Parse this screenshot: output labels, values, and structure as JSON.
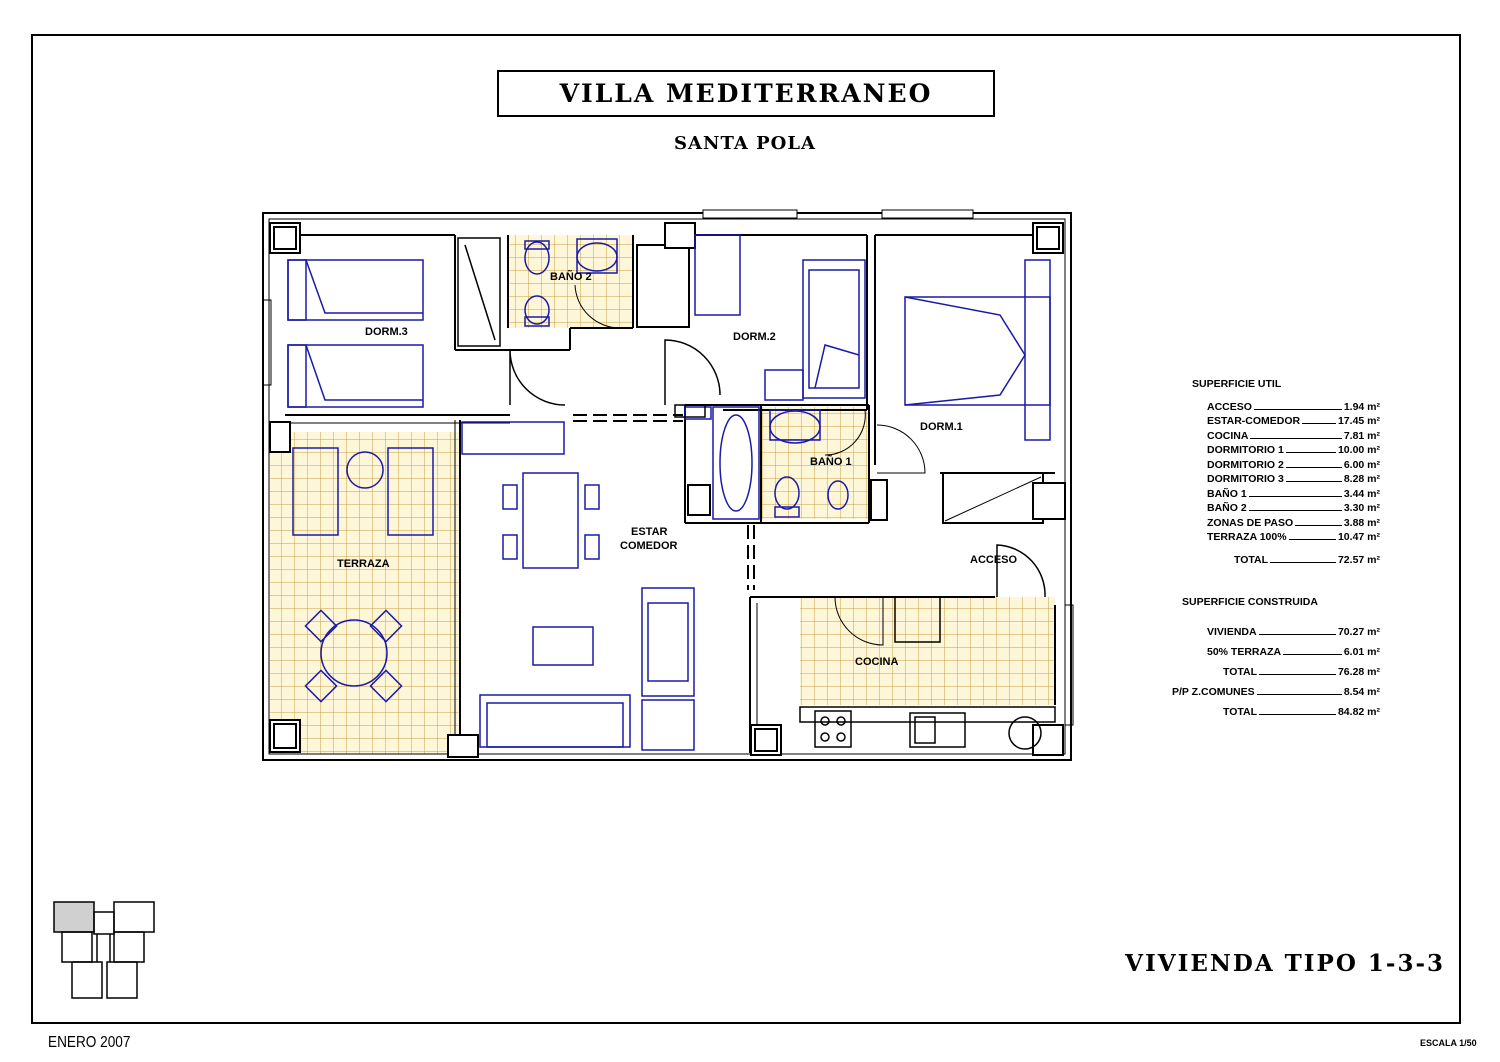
{
  "header": {
    "title": "VILLA  MEDITERRANEO",
    "subtitle": "SANTA  POLA"
  },
  "footer": {
    "type_label": "VIVIENDA  TIPO  1-3-3",
    "date": "ENERO 2007",
    "scale": "ESCALA 1/50"
  },
  "rooms": {
    "dorm3": "DORM.3",
    "bano2": "BAÑO 2",
    "dorm2": "DORM.2",
    "dorm1": "DORM.1",
    "bano1": "BAÑO 1",
    "terraza": "TERRAZA",
    "estar": "ESTAR",
    "comedor": "COMEDOR",
    "acceso": "ACCESO",
    "cocina": "COCINA"
  },
  "superficie_util": {
    "title": "SUPERFICIE  UTIL",
    "rows": [
      {
        "label": "ACCESO",
        "value": "1.94 m²"
      },
      {
        "label": "ESTAR-COMEDOR",
        "value": "17.45 m²"
      },
      {
        "label": "COCINA",
        "value": "7.81 m²"
      },
      {
        "label": "DORMITORIO  1",
        "value": "10.00 m²"
      },
      {
        "label": "DORMITORIO  2",
        "value": "6.00 m²"
      },
      {
        "label": "DORMITORIO  3",
        "value": "8.28 m²"
      },
      {
        "label": "BAÑO  1",
        "value": "3.44 m²"
      },
      {
        "label": "BAÑO  2",
        "value": "3.30 m²"
      },
      {
        "label": "ZONAS  DE  PASO",
        "value": "3.88 m²"
      },
      {
        "label": "TERRAZA  100%",
        "value": "10.47 m²"
      }
    ],
    "total_label": "TOTAL",
    "total_value": "72.57 m²"
  },
  "superficie_construida": {
    "title": "SUPERFICIE  CONSTRUIDA",
    "rows": [
      {
        "label": "VIVIENDA",
        "value": "70.27 m²"
      },
      {
        "label": "50%  TERRAZA",
        "value": "6.01 m²"
      },
      {
        "label": "TOTAL",
        "value": "76.28 m²"
      },
      {
        "label": "P/P  Z.COMUNES",
        "value": "8.54 m²"
      },
      {
        "label": "TOTAL",
        "value": "84.82 m²"
      }
    ]
  },
  "colors": {
    "wall": "#000000",
    "furniture": "#1a1aa8",
    "tile": "#c8a040",
    "tile_fill": "#fdf6d8"
  }
}
